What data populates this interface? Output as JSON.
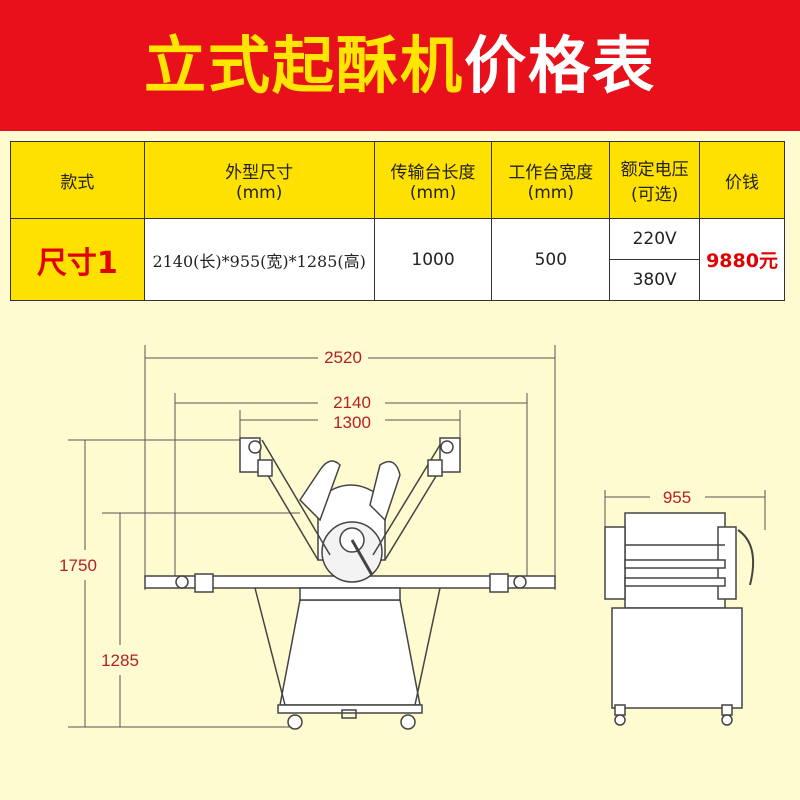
{
  "banner": {
    "title_part1": "立式起酥机",
    "title_part2": "价格表"
  },
  "table": {
    "headers": {
      "style": "款式",
      "outer_size": "外型尺寸",
      "outer_size_unit": "(mm)",
      "conveyor_length": "传输台长度",
      "conveyor_length_unit": "(mm)",
      "worktable_width": "工作台宽度",
      "worktable_width_unit": "(mm)",
      "voltage": "额定电压",
      "voltage_note": "(可选)",
      "price": "价钱"
    },
    "row": {
      "style": "尺寸1",
      "outer_size": "2140(长)*955(宽)*1285(高)",
      "conveyor_length": "1000",
      "worktable_width": "500",
      "voltage_1": "220V",
      "voltage_2": "380V",
      "price": "9880元"
    }
  },
  "drawing": {
    "dim_total_length": "2520",
    "dim_length": "2140",
    "dim_inner": "1300",
    "dim_max_height": "1750",
    "dim_height": "1285",
    "dim_width": "955",
    "dim_color": "#b22222"
  }
}
